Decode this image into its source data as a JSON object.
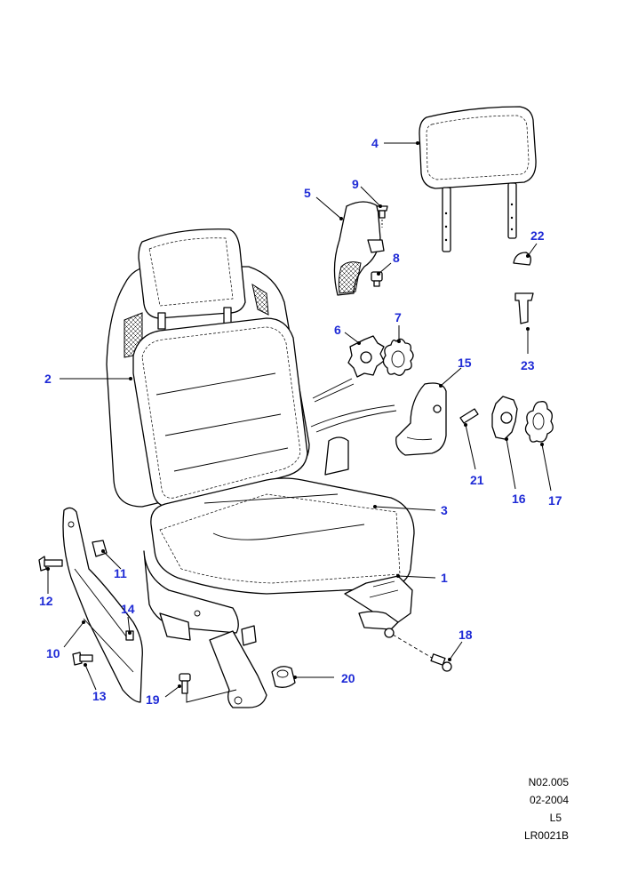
{
  "diagram": {
    "callouts": {
      "c1": "1",
      "c2": "2",
      "c3": "3",
      "c4": "4",
      "c5": "5",
      "c6": "6",
      "c7": "7",
      "c8": "8",
      "c9": "9",
      "c10": "10",
      "c11": "11",
      "c12": "12",
      "c13": "13",
      "c14": "14",
      "c15": "15",
      "c16": "16",
      "c17": "17",
      "c18": "18",
      "c19": "19",
      "c20": "20",
      "c21": "21",
      "c22": "22",
      "c23": "23"
    },
    "callout_color": "#1f2bd6"
  },
  "footer": {
    "ref_code": "N02.005",
    "date": "02-2004",
    "level": "L5",
    "illustration_id": "LR0021B"
  }
}
